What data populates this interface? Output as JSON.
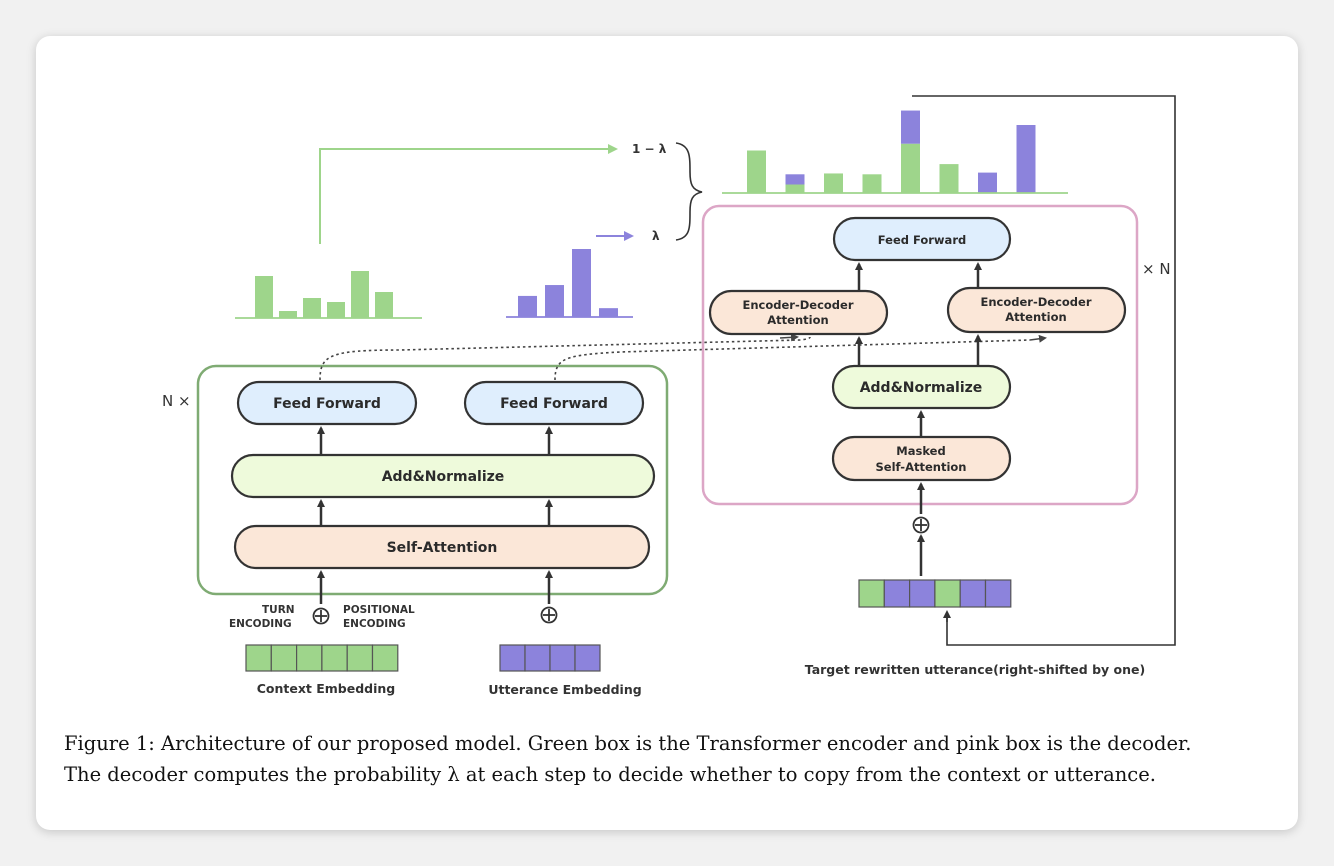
{
  "encoder": {
    "feed_forward_left": "Feed Forward",
    "feed_forward_right": "Feed Forward",
    "add_normalize": "Add&Normalize",
    "self_attention": "Self-Attention",
    "n_times": "N ×",
    "turn_encoding_line1": "TURN",
    "turn_encoding_line2": "ENCODING",
    "positional_encoding_line1": "POSITIONAL",
    "positional_encoding_line2": "ENCODING",
    "context_embedding": "Context Embedding",
    "utterance_embedding": "Utterance Embedding"
  },
  "decoder": {
    "feed_forward": "Feed Forward",
    "enc_dec_attention_left_line1": "Encoder-Decoder",
    "enc_dec_attention_left_line2": "Attention",
    "enc_dec_attention_right_line1": "Encoder-Decoder",
    "enc_dec_attention_right_line2": "Attention",
    "add_normalize": "Add&Normalize",
    "masked_line1": "Masked",
    "masked_line2": "Self-Attention",
    "times_n": "× N",
    "target_label": "Target rewritten utterance(right-shifted by one)"
  },
  "mix": {
    "one_minus_lambda": "1 − λ",
    "lambda": "λ"
  },
  "plus_symbol": "⊕",
  "caption": {
    "line1": "Figure 1: Architecture of our proposed model. Green box is the Transformer encoder and pink box is the decoder.",
    "line2": "The decoder computes the probability λ at each step to decide whether to copy from the context or utterance."
  },
  "colors": {
    "green": "#9ed58b",
    "purple": "#8c83dc",
    "encoder_border": "#7fab73",
    "decoder_border": "#dca6c6",
    "feed_forward_fill": "#dfeefd",
    "add_normalize_fill": "#eefadb",
    "attention_fill": "#fbe7d8"
  },
  "histograms": {
    "context_bars": [
      0.84,
      0.14,
      0.4,
      0.32,
      0.94,
      0.52
    ],
    "utterance_bars": [
      0.31,
      0.47,
      1.0,
      0.13
    ],
    "output_bars": [
      {
        "green": 0.5,
        "purple": 0.0
      },
      {
        "green": 0.1,
        "purple": 0.12
      },
      {
        "green": 0.23,
        "purple": 0.0
      },
      {
        "green": 0.22,
        "purple": 0.0
      },
      {
        "green": 0.58,
        "purple": 0.39
      },
      {
        "green": 0.34,
        "purple": 0.0
      },
      {
        "green": 0.0,
        "purple": 0.24
      },
      {
        "green": 0.0,
        "purple": 0.8
      }
    ]
  },
  "embeddings": {
    "context_cells": [
      "green",
      "green",
      "green",
      "green",
      "green",
      "green"
    ],
    "utterance_cells": [
      "purple",
      "purple",
      "purple",
      "purple"
    ],
    "target_cells": [
      "green",
      "purple",
      "purple",
      "green",
      "purple",
      "purple"
    ]
  }
}
